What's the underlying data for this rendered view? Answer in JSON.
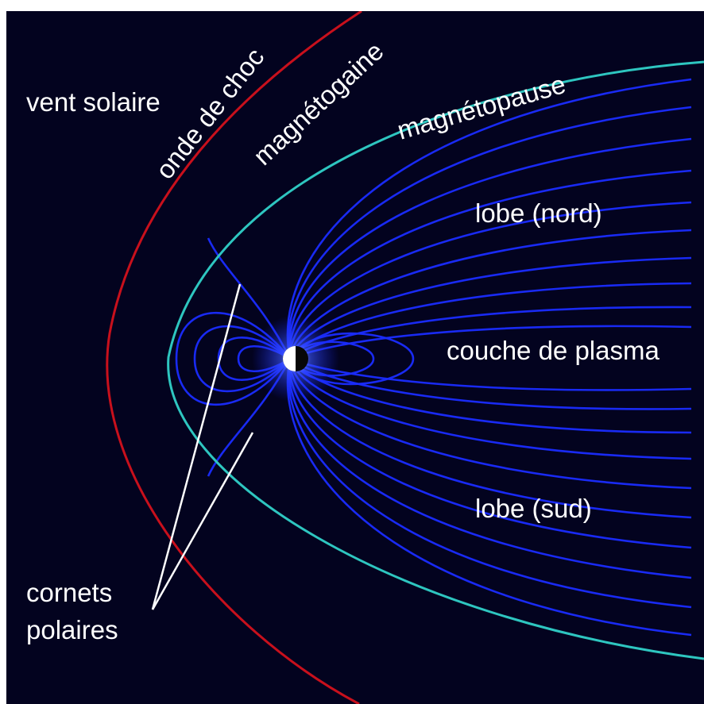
{
  "labels": {
    "solar_wind": "vent solaire",
    "bow_shock": "onde de choc",
    "magnetosheath": "magnétogaine",
    "magnetopause": "magnétopause",
    "lobe_north": "lobe (nord)",
    "plasma_sheet": "couche de plasma",
    "lobe_south": "lobe (sud)",
    "polar_cusps_line1": "cornets",
    "polar_cusps_line2": "polaires"
  },
  "colors": {
    "background": "#03031f",
    "bow_shock": "#c8101c",
    "magnetopause": "#2ec6c0",
    "field_lines": "#1a2cff",
    "text": "#ffffff"
  }
}
